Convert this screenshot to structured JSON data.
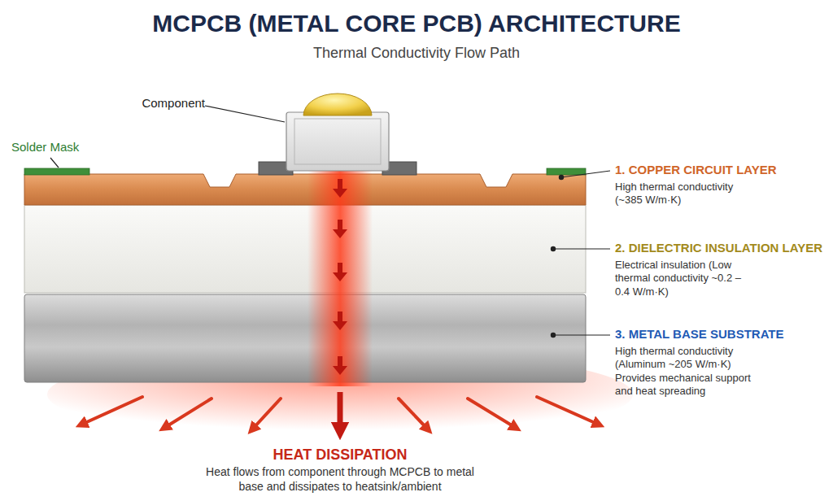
{
  "diagram": {
    "title": "MCPCB (METAL CORE PCB) ARCHITECTURE",
    "labels": [
      "Thermal Conductivity Flow Path",
      "Component",
      "Solder Mask",
      "1. COPPER CIRCUIT LAYER",
      "High thermal conductivity (~385 W/m·K)",
      "2. DIELECTRIC INSULATION LAYER",
      "Electrical insulation (Low thermal conductivity ~0.2 – 0.4 W/m·K)",
      "3. METAL BASE SUBSTRATE",
      "High thermal conductivity (Aluminum ~205 W/m·K) Provides mechanical support and heat spreading",
      "HEAT DISSIPATION",
      "Heat flows from component through MCPCB to metal base and dissipates to heatsink/ambient"
    ]
  }
}
